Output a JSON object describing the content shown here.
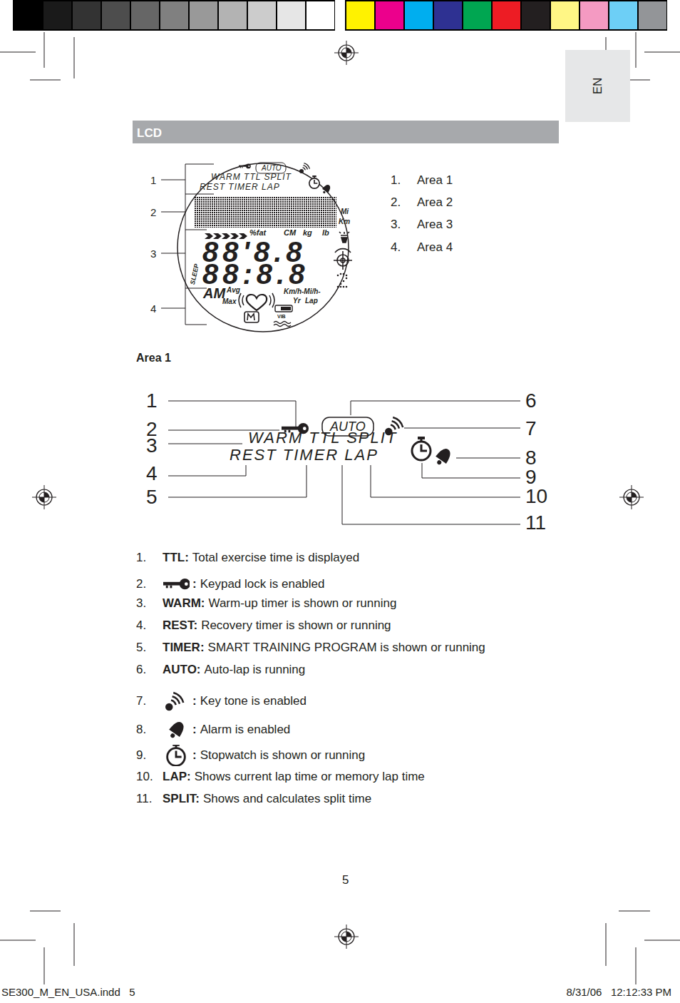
{
  "diagram": {
    "nodes": [
      {
        "text": [
          "EN"
        ]
      },
      {
        "text": [
          "LCD"
        ]
      }
    ],
    "labels": [
      "1",
      "2",
      "3",
      "4",
      "AUTO",
      "WARM TTL SPLIT",
      "REST TIMER LAP",
      "Mi",
      "Km",
      "%fat",
      "CM",
      "kg",
      "lb",
      "88'8.8",
      "88:8.8",
      "SLEEP",
      "AM",
      "Avg",
      "Max",
      "Km/h-Mi/h-",
      "Yr",
      "Lap",
      "VIB",
      "1.",
      "Area 1",
      "2.",
      "Area 2",
      "3.",
      "Area 3",
      "4.",
      "Area 4",
      "Area 1",
      "AUTO",
      "WARM TTL SPLIT",
      "REST TIMER LAP",
      "1",
      "2",
      "3",
      "4",
      "5",
      "6",
      "7",
      "8",
      "9",
      "10",
      "11",
      "1.",
      "TTL:",
      "Total exercise time is displayed",
      "2.",
      ":",
      "Keypad lock is enabled",
      "3.",
      "WARM:",
      "Warm-up timer is shown or running",
      "4.",
      "REST:",
      "Recovery timer is shown or running",
      "5.",
      "TIMER:",
      "SMART TRAINING PROGRAM is shown or running",
      "6.",
      "AUTO:",
      "Auto-lap is running",
      "7.",
      ":",
      "Key tone is enabled",
      "8.",
      ":",
      "Alarm is enabled",
      "9.",
      ":",
      "Stopwatch is shown or running",
      "10.",
      "LAP:",
      "Shows current lap time or memory lap time",
      "11.",
      "SPLIT:",
      "Shows and calculates split time",
      "5",
      "SE300_M_EN_USA.indd   5",
      "8/31/06   12:12:33 PM"
    ]
  }
}
